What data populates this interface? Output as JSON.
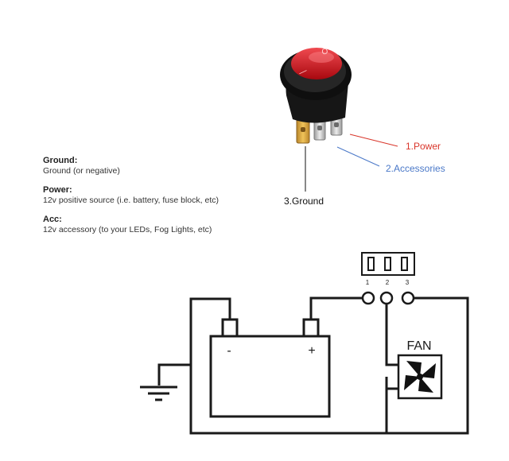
{
  "legend": [
    {
      "title": "Ground:",
      "description": "Ground (or negative)"
    },
    {
      "title": "Power:",
      "description": "12v positive source (i.e. battery, fuse block, etc)"
    },
    {
      "title": "Acc:",
      "description": "12v accessory (to your LEDs, Fog Lights, etc)"
    }
  ],
  "switch_labels": {
    "power": "1.Power",
    "accessories": "2.Accessories",
    "ground": "3.Ground"
  },
  "switch_symbols": {
    "on": "O",
    "off": "—"
  },
  "terminal_numbers": [
    "1",
    "2",
    "3"
  ],
  "battery": {
    "negative": "-",
    "positive": "+"
  },
  "fan_label": "FAN",
  "colors": {
    "power_line": "#d9362b",
    "accessories_line": "#4a78c8",
    "rocker_red": "#d81620",
    "switch_body": "#151515",
    "pin_gold": "#d9a43a",
    "pin_silver": "#c8c8c8",
    "wire": "#1a1a1a"
  }
}
